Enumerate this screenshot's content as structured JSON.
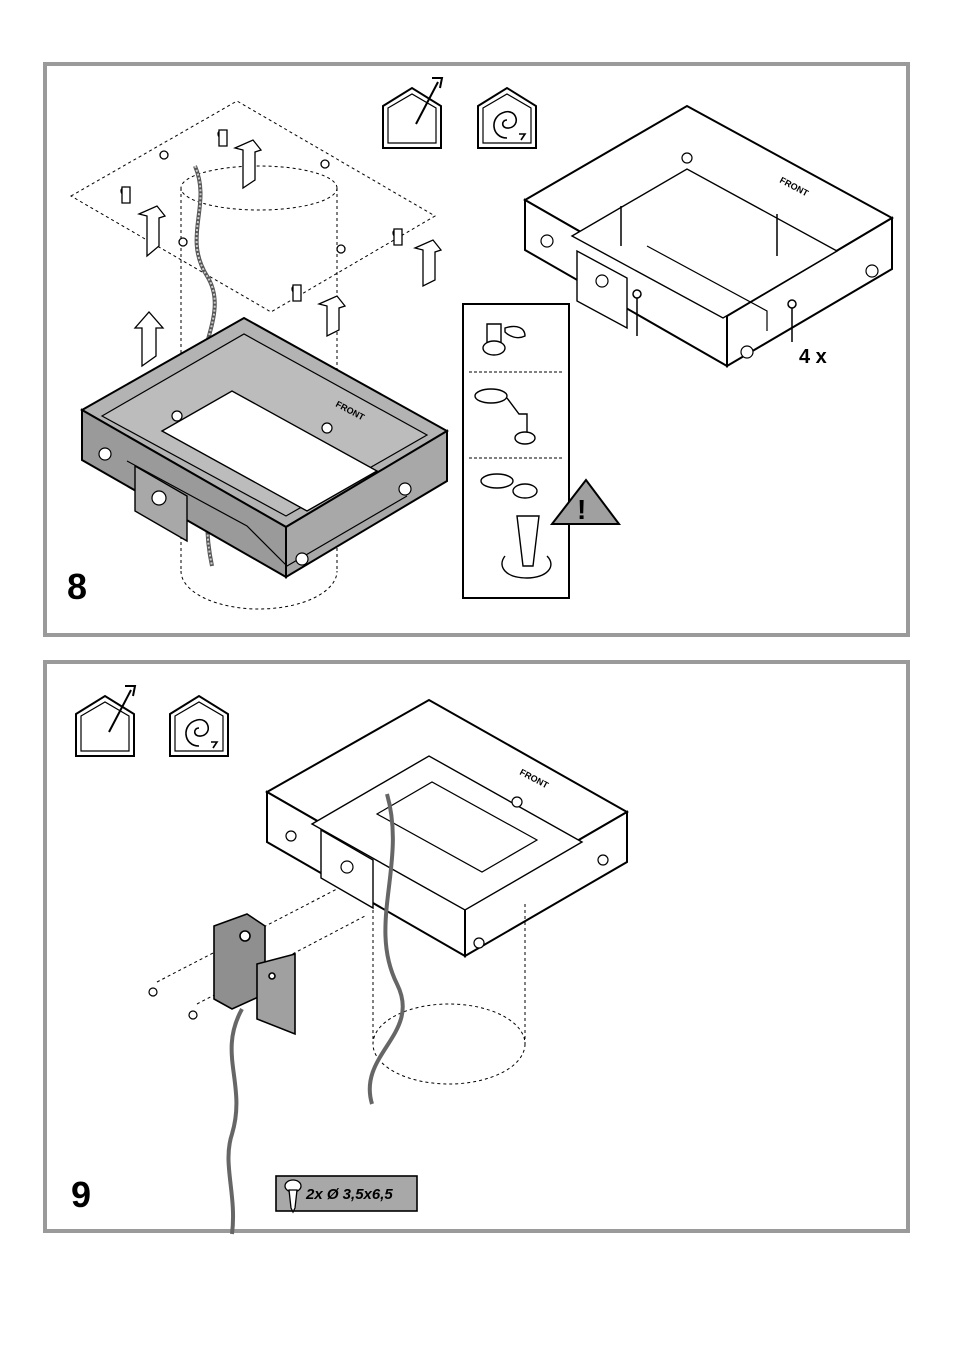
{
  "steps": [
    {
      "number": "8",
      "front_label_main": "FRONT",
      "front_label_inset": "FRONT",
      "screw_quantity": "4 x",
      "warning_symbol": "!",
      "icons": [
        "house-exhaust-icon",
        "house-recirculation-icon",
        "warning-triangle-icon",
        "screwdriver-icon"
      ]
    },
    {
      "number": "9",
      "front_label": "FRONT",
      "screw_spec": "2x Ø 3,5x6,5",
      "icons": [
        "house-exhaust-icon",
        "house-recirculation-icon",
        "screw-icon"
      ]
    }
  ],
  "colors": {
    "frame_border": "#9a9a9a",
    "part_fill": "#a8a8a8",
    "warning_fill": "#a0a0a0",
    "label_box_fill": "#a8a8a8"
  }
}
